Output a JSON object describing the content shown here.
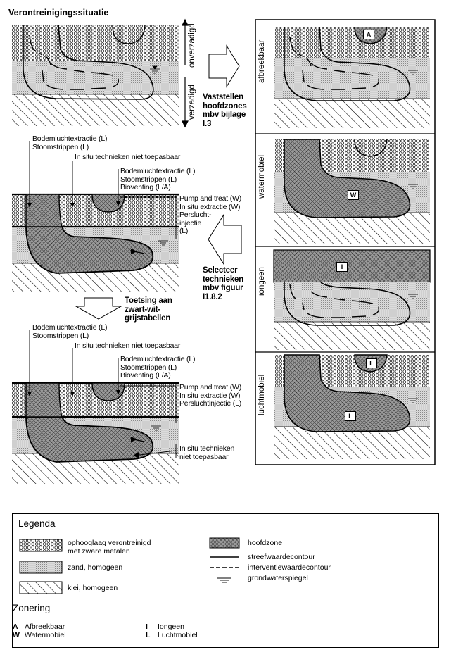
{
  "title": "Verontreinigingssituatie",
  "zone_labels": {
    "unsaturated": "onverzadigd",
    "saturated": "verzadigd"
  },
  "steps": {
    "step1": [
      "Vaststellen",
      "hoofdzones",
      "mbv bijlage",
      "I.3"
    ],
    "step2": [
      "Selecteer",
      "technieken",
      "mbv figuur",
      "I1.8.2"
    ],
    "step3": [
      "Toetsing aan",
      "zwart-wit-",
      "grijstabellen"
    ]
  },
  "panel2": {
    "t1": [
      "Bodemluchtextractie (L)",
      "Stoomstrippen (L)"
    ],
    "t2": [
      "In situ technieken niet toepasbaar"
    ],
    "t3": [
      "Bodemluchtextractie (L)",
      "Stoomstrippen (L)",
      "Bioventing (L/A)"
    ],
    "t4": [
      "Pump and treat (W)",
      "In situ extractie (W)",
      "Perslucht-",
      "injectie",
      "(L)"
    ]
  },
  "panel3": {
    "t1": [
      "Bodemluchtextractie (L)",
      "Stoomstrippen (L)"
    ],
    "t2": [
      "In situ technieken niet toepasbaar"
    ],
    "t3": [
      "Bodemluchtextractie (L)",
      "Stoomstrippen (L)",
      "Bioventing (L/A)"
    ],
    "t4": [
      "Pump and treat (W)",
      "In situ extractie (W)",
      "Persluchtinjectie (L)"
    ],
    "t5": [
      "In situ technieken",
      "niet toepasbaar"
    ]
  },
  "right_panels": [
    {
      "label": "afbreekbaar",
      "badge": "A"
    },
    {
      "label": "watermobiel",
      "badge": "W"
    },
    {
      "label": "iongeen",
      "badge": "I"
    },
    {
      "label": "luchtmobiel",
      "badge": "L"
    }
  ],
  "legend": {
    "heading": "Legenda",
    "fill_soil": "ophooglaag verontreinigd",
    "fill_soil_2": "met zware metalen",
    "sand": "zand, homogeen",
    "clay": "klei, homogeen",
    "main_zone": "hoofdzone",
    "target_contour": "streefwaardecontour",
    "intervention_contour": "interventiewaardecontour",
    "groundwater": "grondwaterspiegel",
    "zoning_heading": "Zonering",
    "zones": [
      {
        "code": "A",
        "name": "Afbreekbaar"
      },
      {
        "code": "W",
        "name": "Watermobiel"
      },
      {
        "code": "I",
        "name": "Iongeen"
      },
      {
        "code": "L",
        "name": "Luchtmobiel"
      }
    ]
  },
  "colors": {
    "sand_gray": "#d9d9d9",
    "line": "#000000",
    "background": "#ffffff"
  }
}
